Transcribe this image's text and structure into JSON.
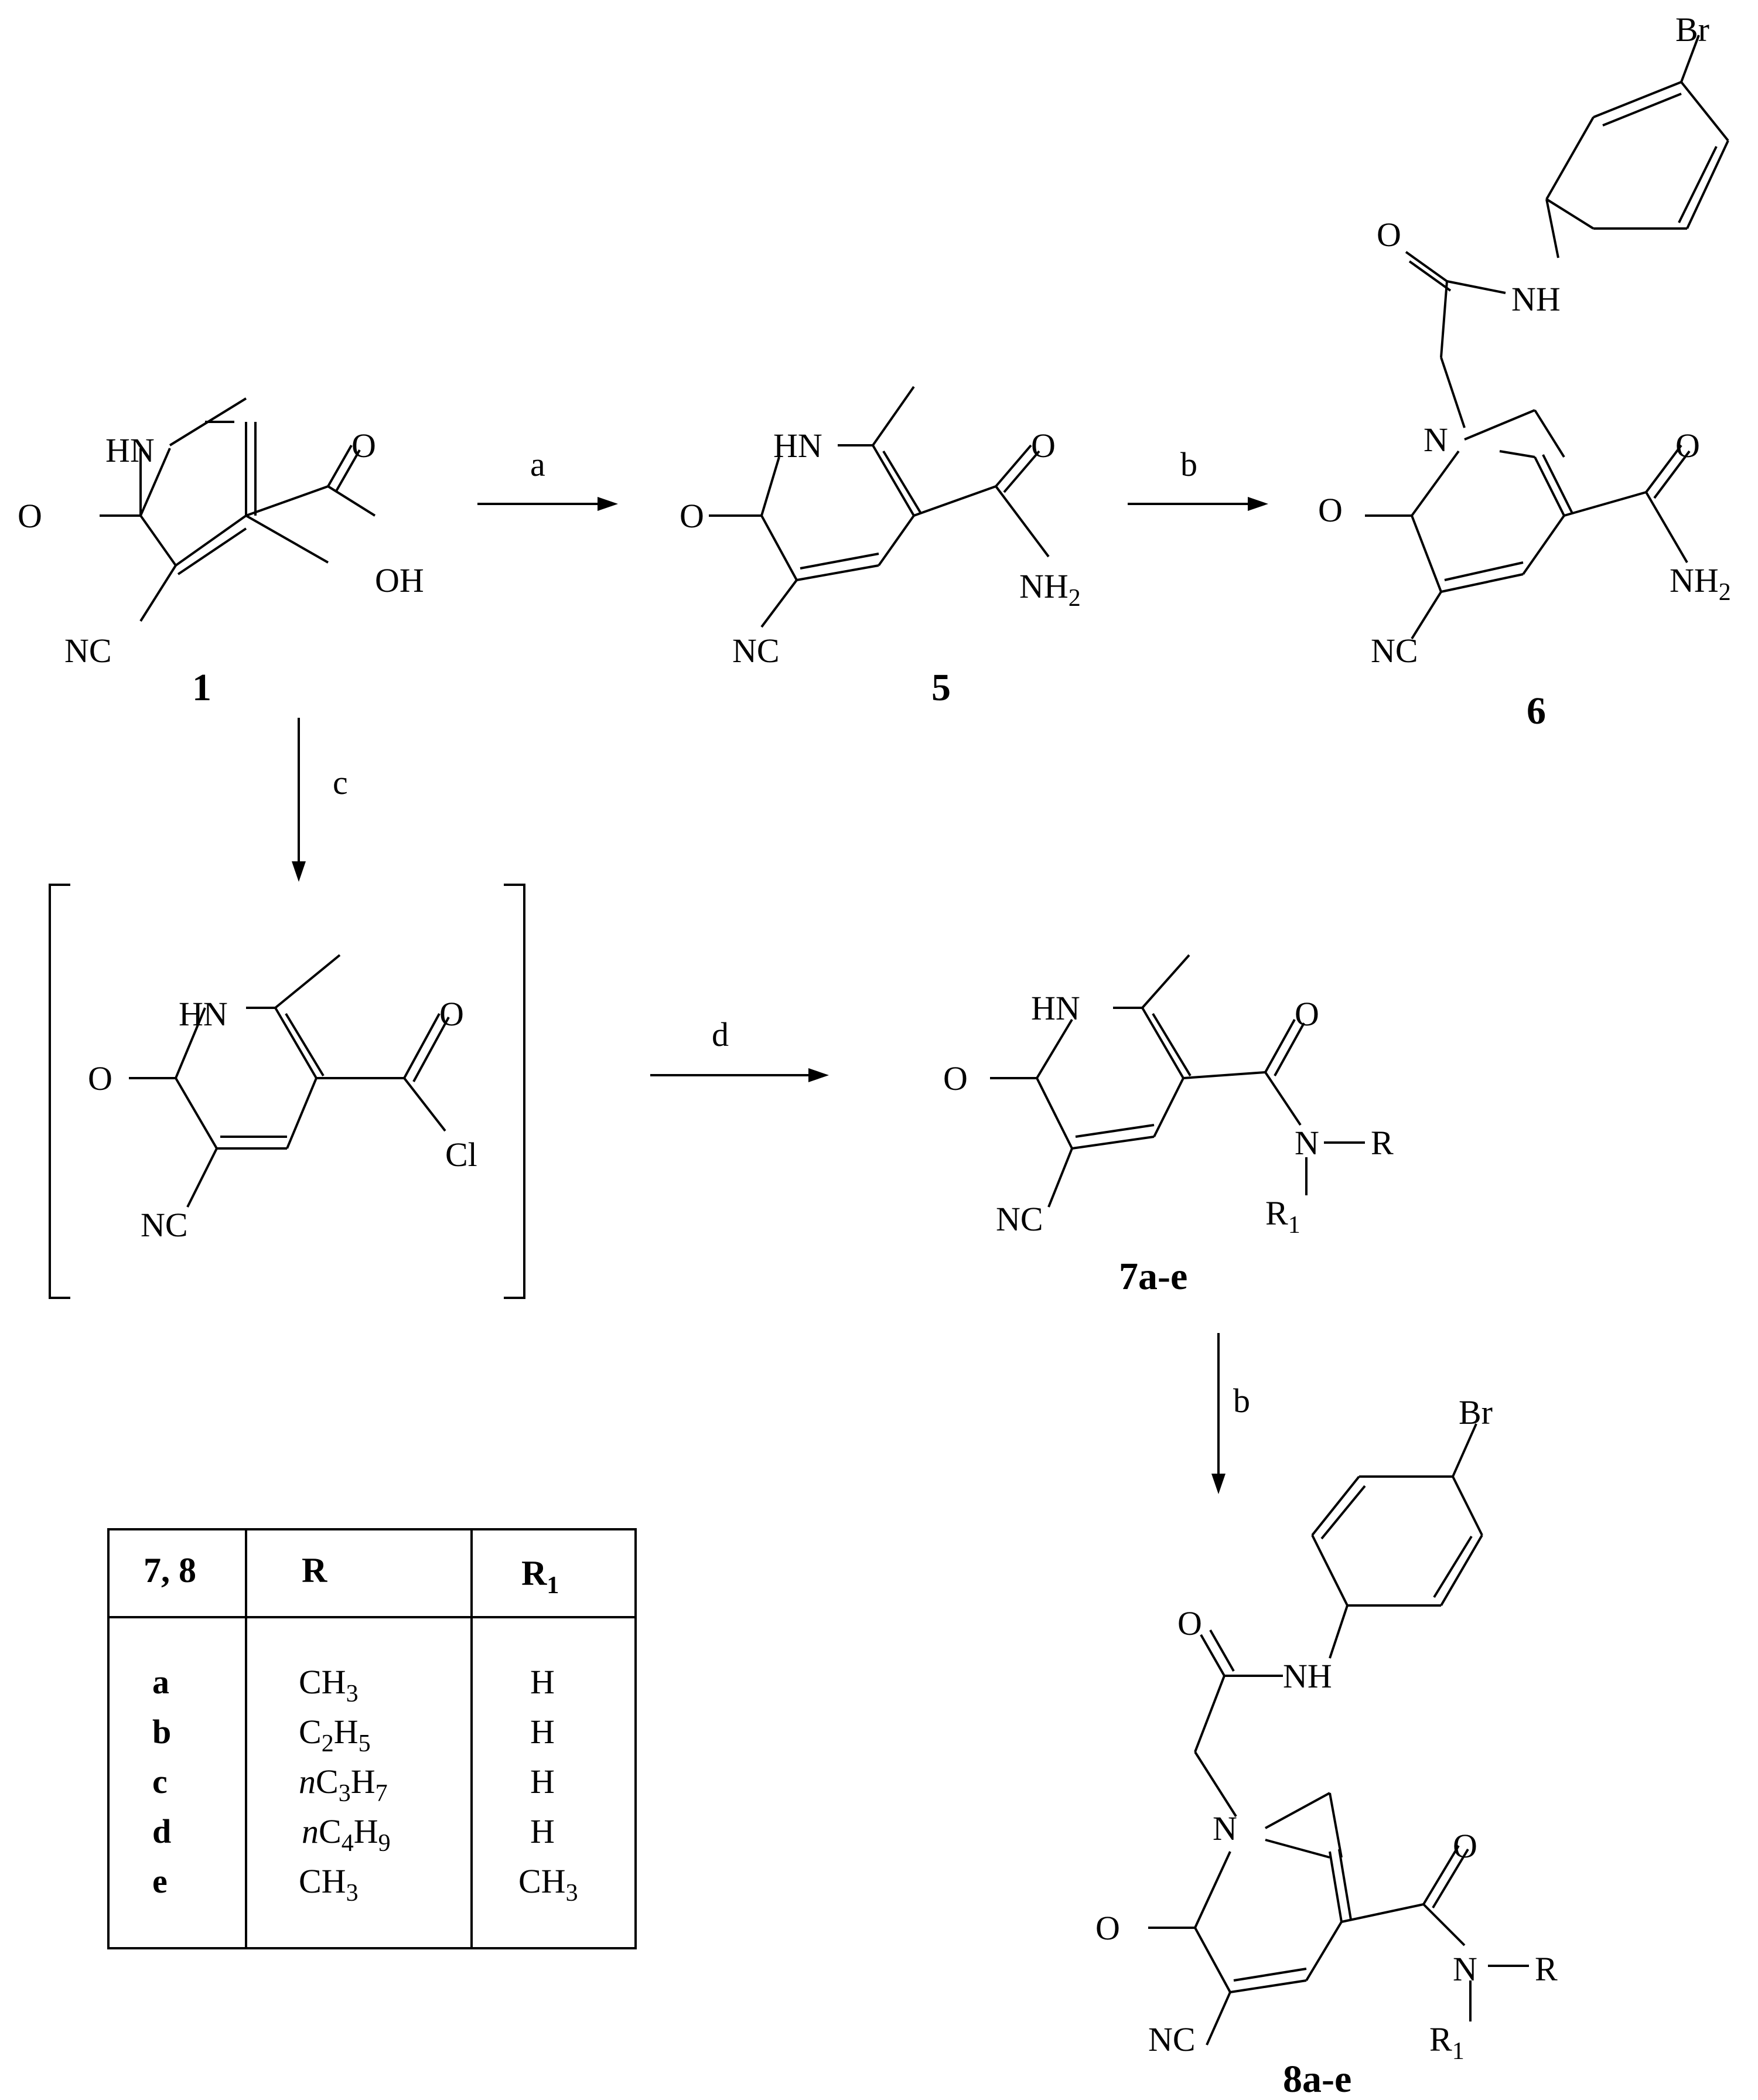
{
  "atoms": {
    "hn": "HN",
    "o": "O",
    "oh": "OH",
    "nc": "NC",
    "n": "N",
    "nh": "NH",
    "nh2": "NH",
    "two": "2",
    "br": "Br",
    "cl": "Cl",
    "r": "R",
    "r1": "R",
    "one": "1"
  },
  "compounds": {
    "c1": "1",
    "c5": "5",
    "c6": "6",
    "c7": "7a-e",
    "c8": "8a-e"
  },
  "conditions": {
    "a": "a",
    "b1": "b",
    "c": "c",
    "d": "d",
    "b2": "b"
  },
  "table": {
    "headers": [
      "7, 8",
      "R",
      "R"
    ],
    "header_sub": "1",
    "rows": [
      {
        "id": "a",
        "r": "CH",
        "r_sub": "3",
        "r_tail": "",
        "r1": "H",
        "r1_sub": ""
      },
      {
        "id": "b",
        "r": "C",
        "r_sub": "2",
        "r_tail": "H",
        "r_tail_sub": "5",
        "r1": "H",
        "r1_sub": ""
      },
      {
        "id": "c",
        "r_pre": "n",
        "r": "C",
        "r_sub": "3",
        "r_tail": "H",
        "r_tail_sub": "7",
        "r1": "H",
        "r1_sub": ""
      },
      {
        "id": "d",
        "r_pre": "n",
        "r": "C",
        "r_sub": "4",
        "r_tail": "H",
        "r_tail_sub": "9",
        "r1": "H",
        "r1_sub": ""
      },
      {
        "id": "e",
        "r": "CH",
        "r_sub": "3",
        "r_tail": "",
        "r1": "CH",
        "r1_sub": "3"
      }
    ]
  }
}
